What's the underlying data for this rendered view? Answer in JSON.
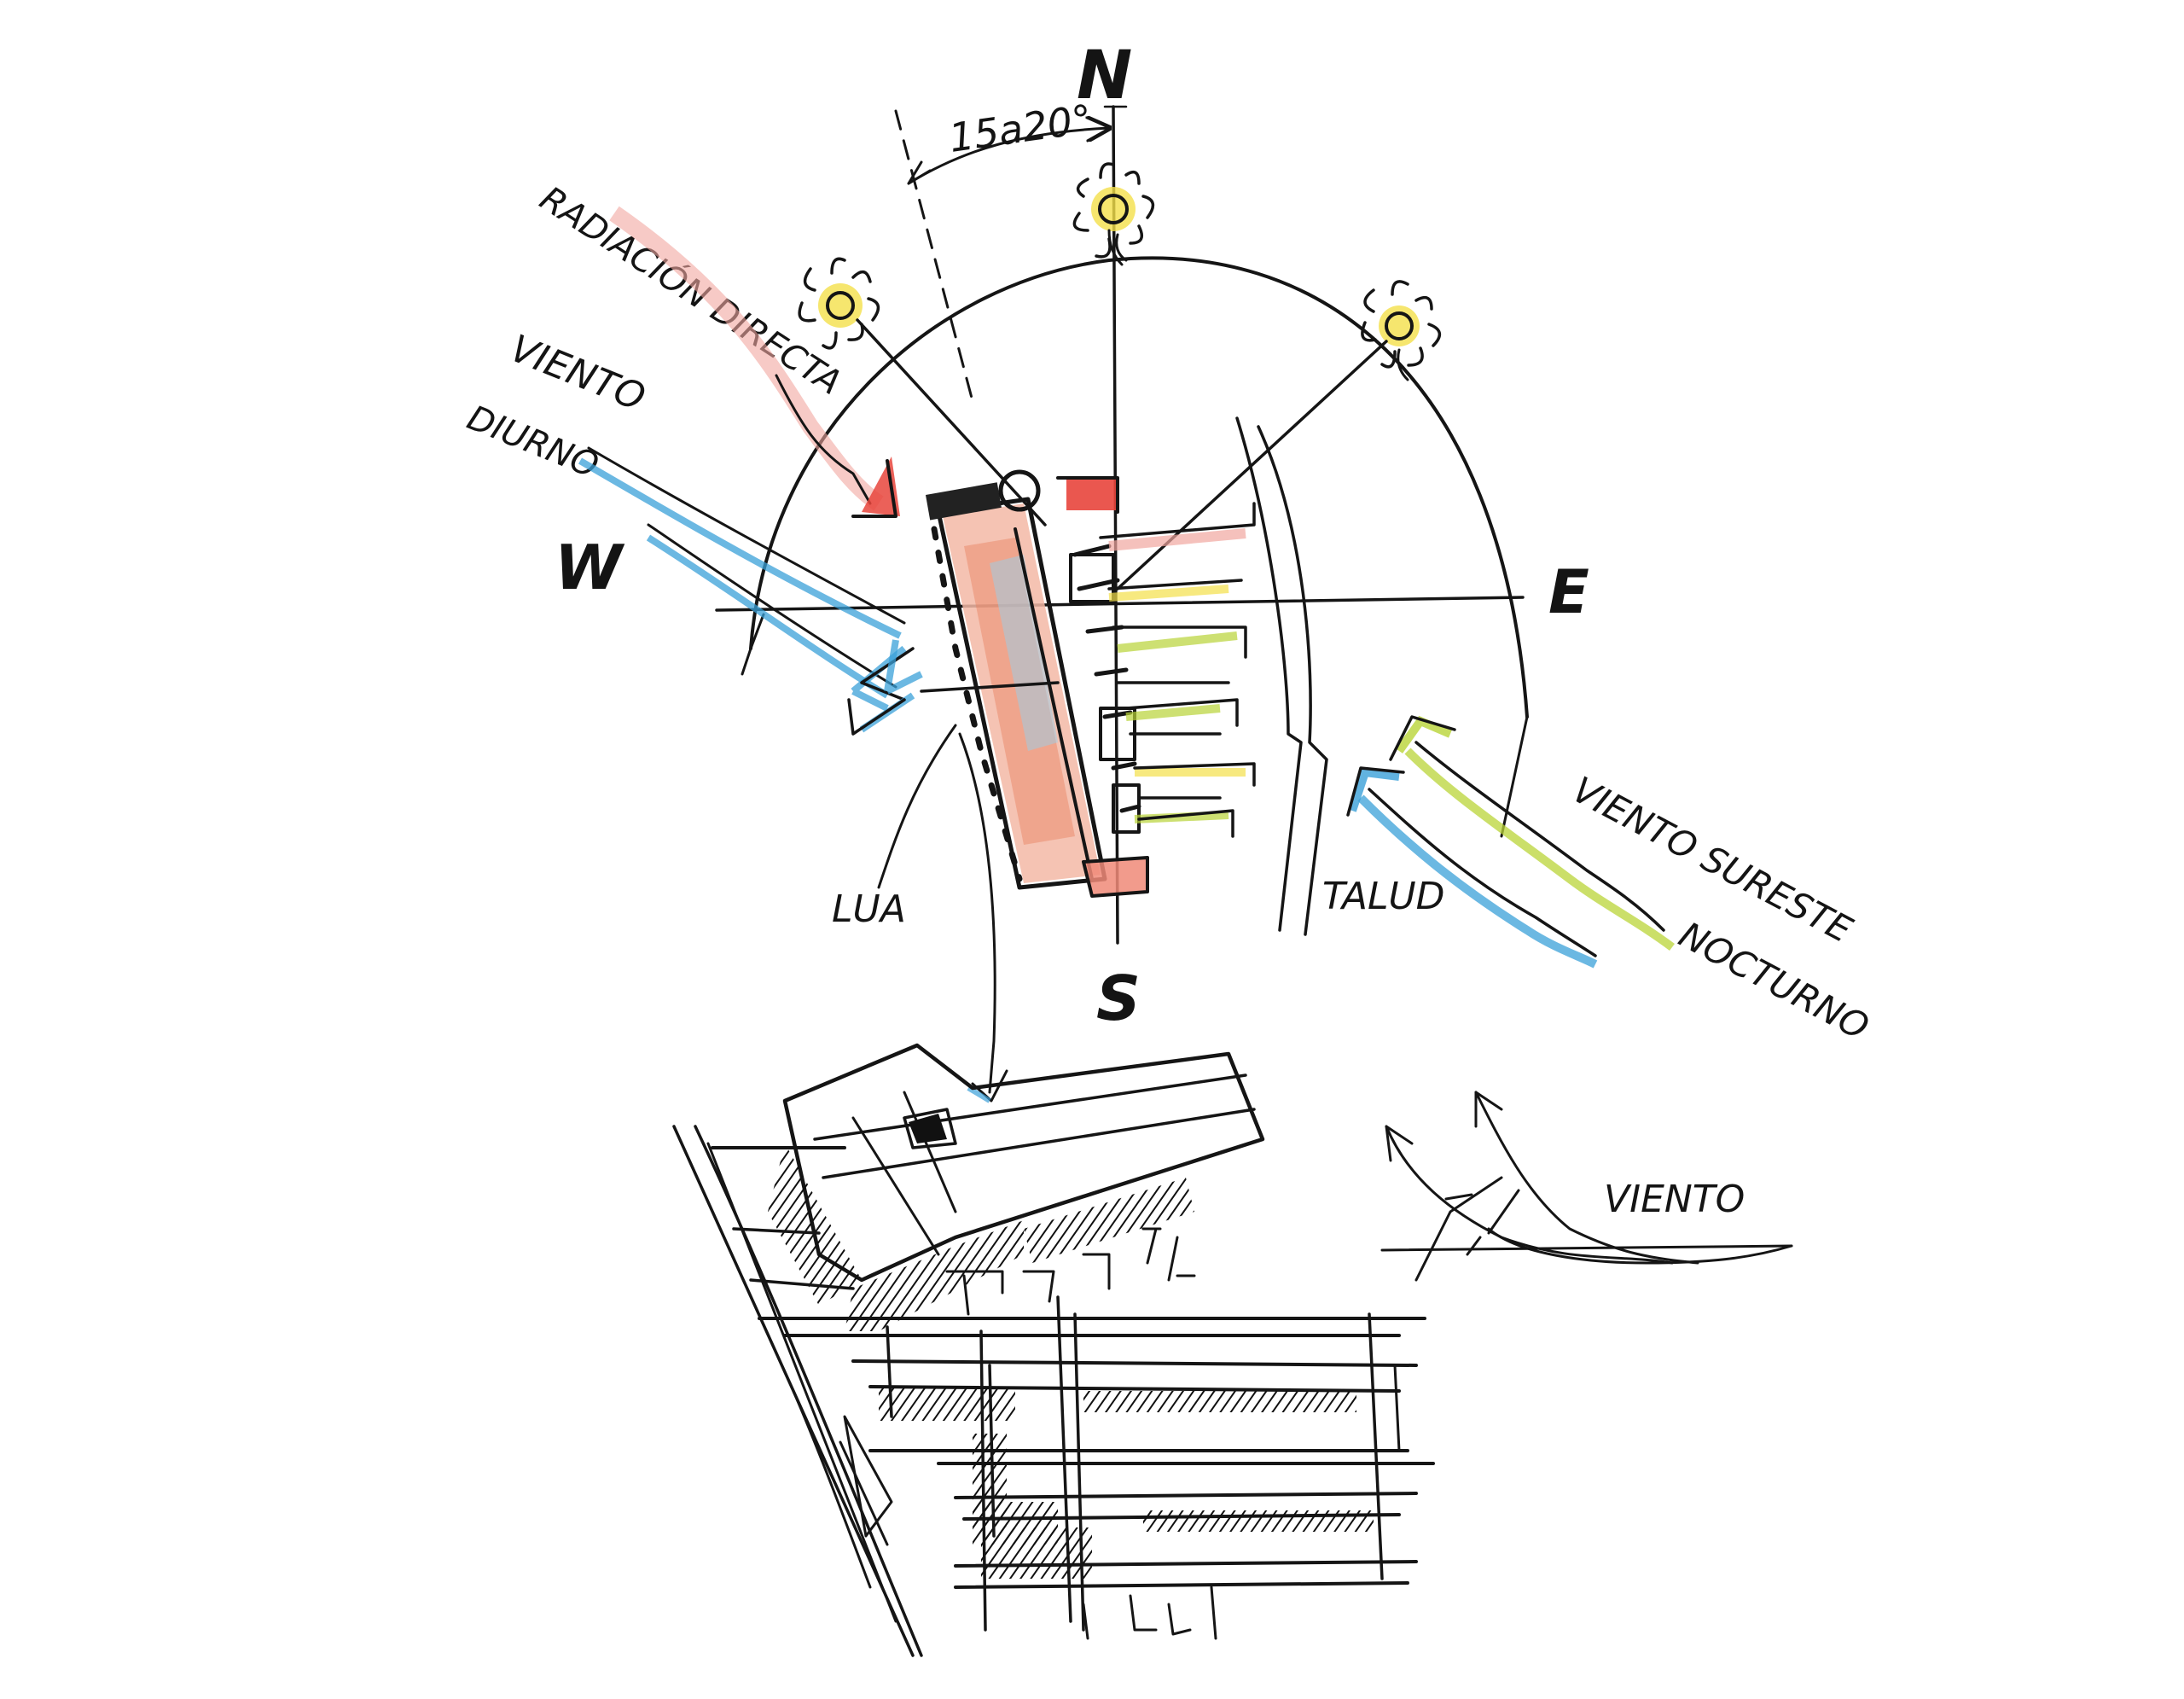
{
  "compass": {
    "north": "N",
    "south": "S",
    "east": "E",
    "west": "W",
    "angle_note": "15a20°"
  },
  "labels": {
    "radiation": "RADIACIÓN DIRECTA",
    "wind_day_1": "VIENTO",
    "wind_day_2": "DIURNO",
    "lua": "LUA",
    "talud": "TALUD",
    "wind_night_1": "VIENTO SURESTE",
    "wind_night_2": "NOCTURNO",
    "wind_section": "VIENTO"
  },
  "colors": {
    "ink": "#151515",
    "wind_blue": "#3aa0d8",
    "wind_green": "#b9d437",
    "solar_red": "#e8453c",
    "solar_pink": "#f2a7a0",
    "sun_yellow": "#f4e04a",
    "building_fill": "#f3b9a6"
  },
  "icons": {
    "sun": "sun-icon",
    "arrow": "arrow-icon"
  }
}
